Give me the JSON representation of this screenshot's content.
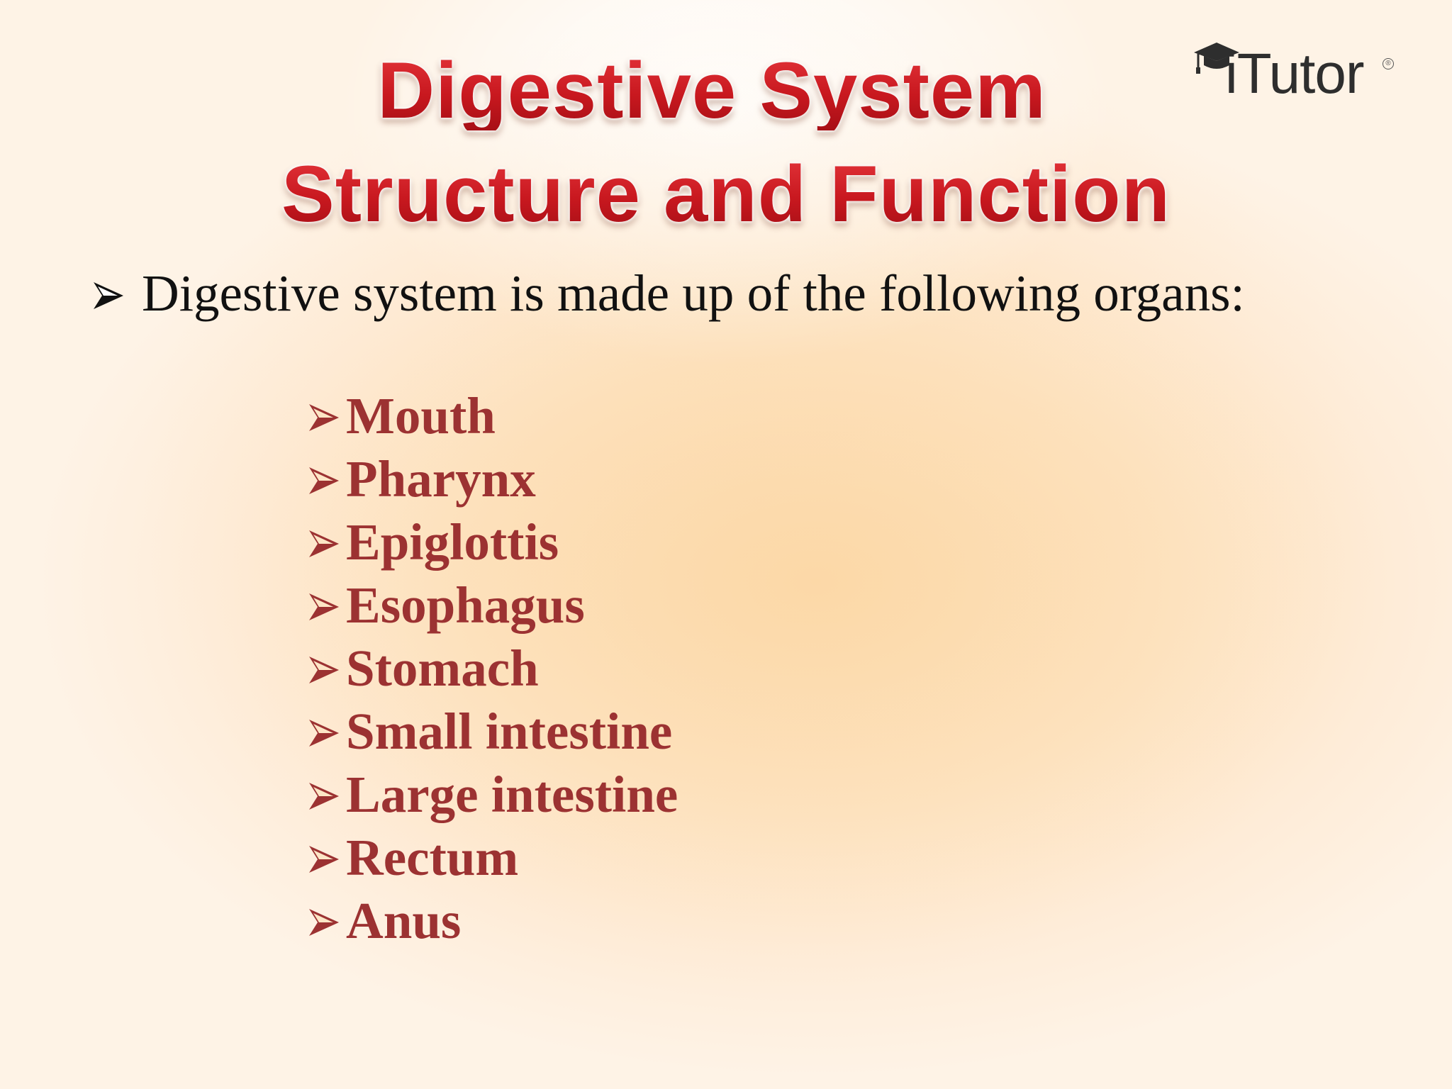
{
  "title": {
    "line1": "Digestive System",
    "line2": "Structure and Function"
  },
  "logo": {
    "text": "iTutor",
    "mark": "®",
    "icon": "graduation-cap-icon"
  },
  "intro": {
    "text": "Digestive system is made up of the following organs:",
    "bullet_icon": "arrowhead-bullet-icon"
  },
  "organs": [
    "Mouth",
    "Pharynx",
    "Epiglottis",
    "Esophagus",
    "Stomach",
    "Small intestine",
    "Large intestine",
    "Rectum",
    "Anus"
  ],
  "colors": {
    "title": "#c41a20",
    "organs": "#9c3232",
    "body_text": "#111111",
    "background": "#fde3c0"
  }
}
